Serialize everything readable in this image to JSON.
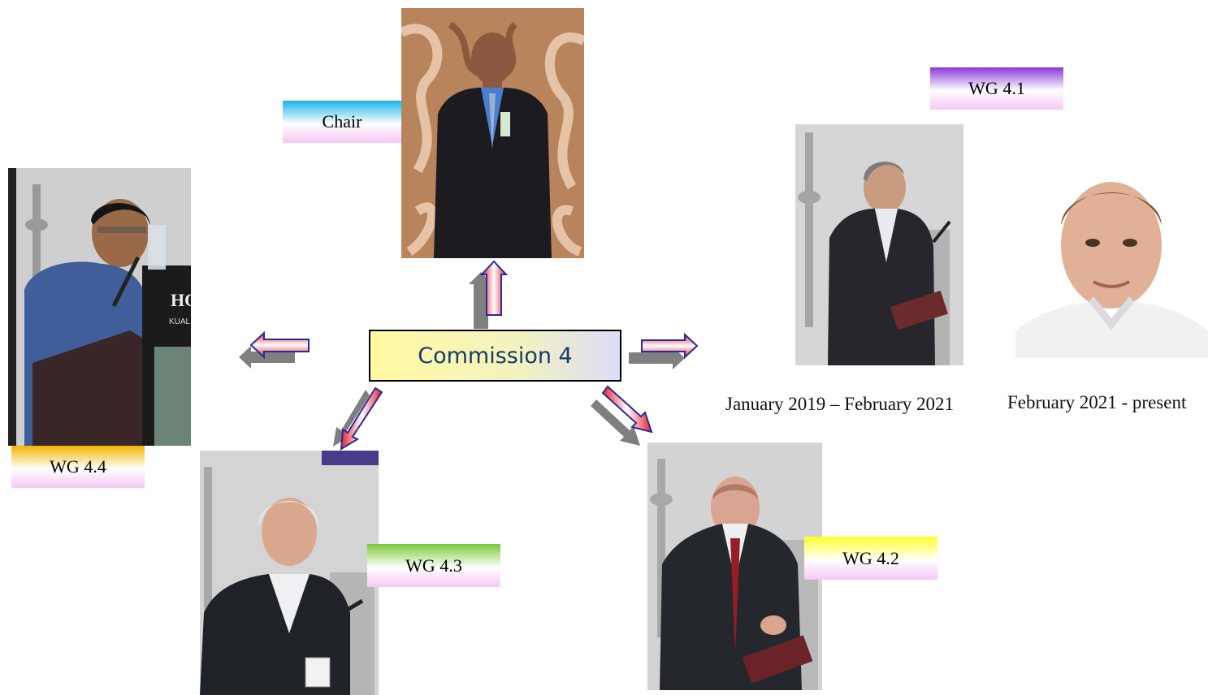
{
  "center": {
    "label": "Commission 4"
  },
  "labels": {
    "chair": "Chair",
    "wg41": "WG 4.1",
    "wg42": "WG 4.2",
    "wg43": "WG 4.3",
    "wg44": "WG 4.4"
  },
  "captions": {
    "wg41_previous": "January 2019 – February 2021",
    "wg41_current": "February 2021 - present"
  },
  "colors": {
    "chair_tab": "#19b4ea",
    "wg41_tab": "#8a3ad8",
    "wg42_tab": "#ffff2a",
    "wg43_tab": "#7cc83a",
    "wg44_tab": "#f2b600",
    "arrow_red": "#e8202a",
    "arrow_outline": "#2a2a9a",
    "arrow_grey": "#7f7f7f"
  },
  "icons": {
    "arrows": "block-arrow-icon",
    "photos": "portrait-photo"
  }
}
